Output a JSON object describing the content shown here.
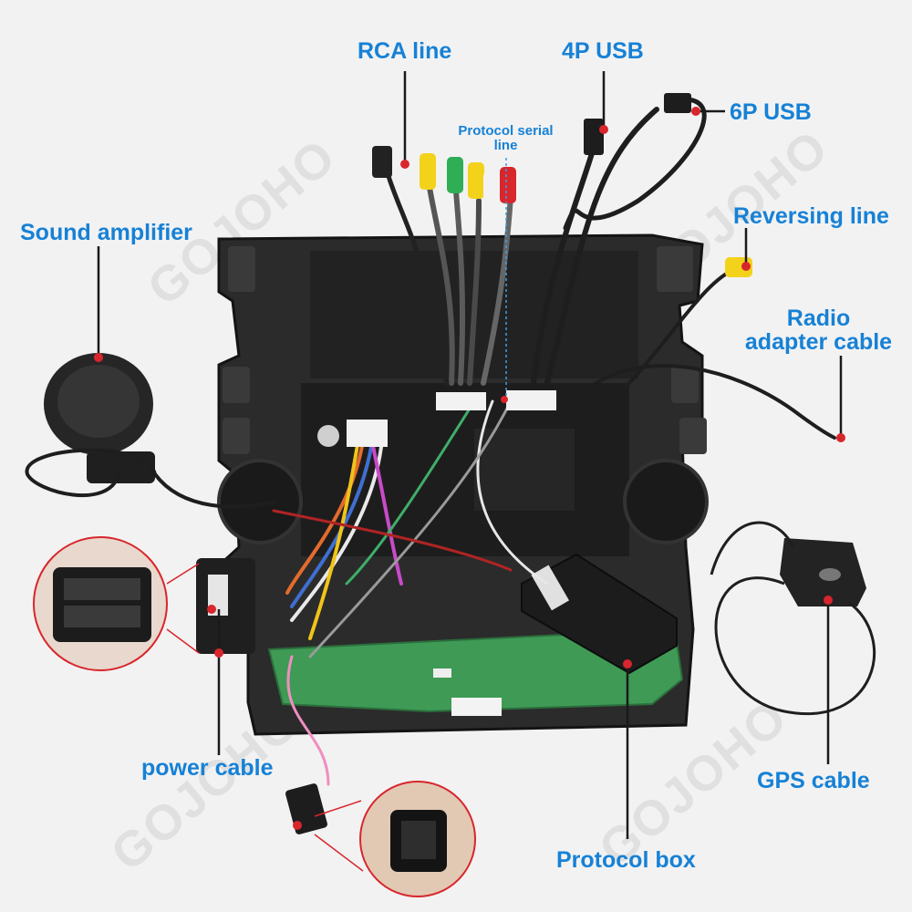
{
  "watermark": "GOJOHO",
  "labels": {
    "rca_line": "RCA line",
    "usb_4p": "4P USB",
    "usb_6p": "6P USB",
    "protocol_serial_line_1": "Protocol serial",
    "protocol_serial_line_2": "line",
    "sound_amplifier": "Sound amplifier",
    "reversing_line": "Reversing line",
    "radio_adapter_1": "Radio",
    "radio_adapter_2": "adapter cable",
    "power_cable": "power cable",
    "gps_cable": "GPS cable",
    "protocol_box": "Protocol box"
  },
  "colors": {
    "label_blue": "#1681d6",
    "marker_red": "#d8262c",
    "frame_black": "#2a2a2a",
    "board_green": "#3f9a55"
  }
}
